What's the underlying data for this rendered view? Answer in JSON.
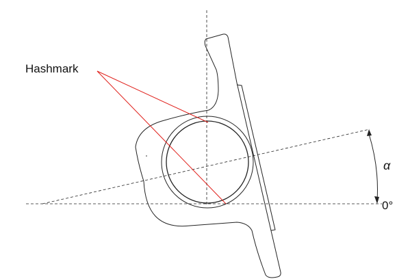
{
  "labels": {
    "hashmark": "Hashmark",
    "angle_symbol": "α",
    "zero_degree": "0°"
  },
  "colors": {
    "outline": "#222222",
    "leader_lines": "#e0201b",
    "background": "#ffffff"
  }
}
